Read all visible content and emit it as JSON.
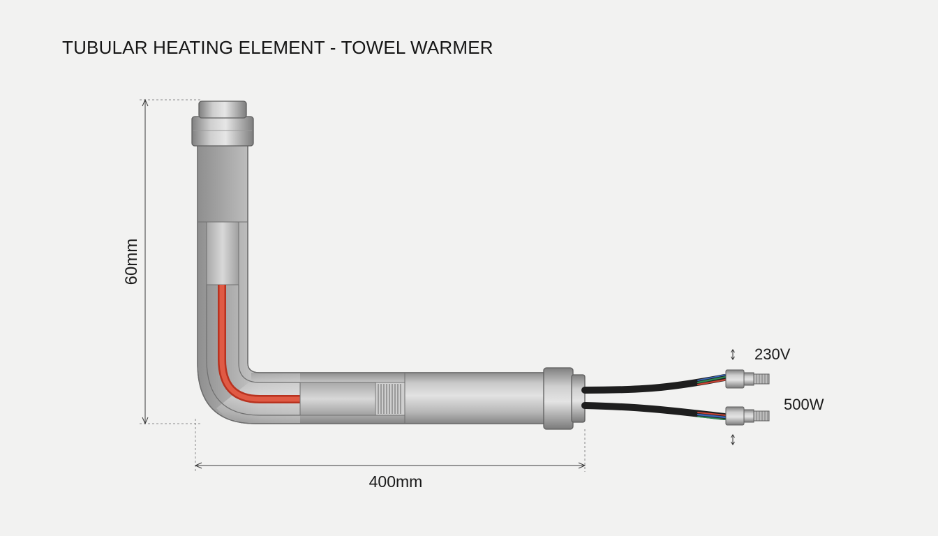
{
  "title": "TUBULAR HEATING ELEMENT - TOWEL WARMER",
  "dimensions": {
    "height": "60mm",
    "length": "400mm"
  },
  "specs": {
    "voltage": "230V",
    "power": "500W"
  },
  "colors": {
    "background": "#f2f2f1",
    "tube_metal": "#bdbdbd",
    "heating_core": "#d9432f",
    "cable": "#1e1e1e",
    "dimension_line": "#3a3a3a"
  }
}
